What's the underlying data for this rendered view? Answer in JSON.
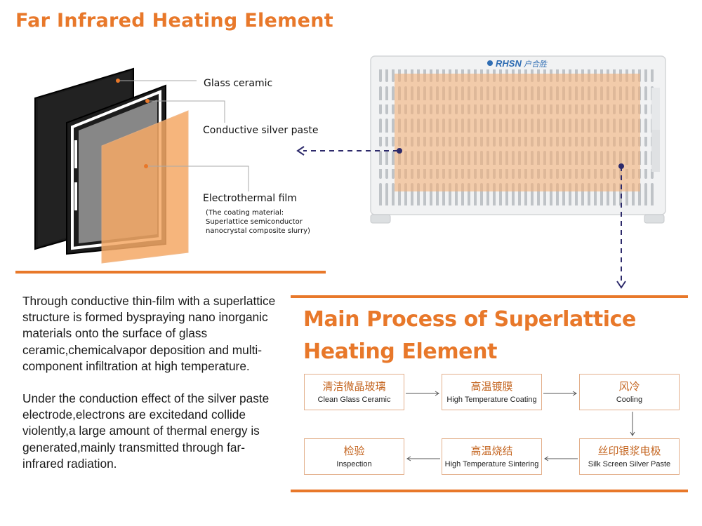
{
  "title": "Far Infrared Heating Element",
  "layers": [
    {
      "label": "Glass ceramic"
    },
    {
      "label": "Conductive silver paste"
    },
    {
      "label": "Electrothermal film"
    }
  ],
  "coating_note": [
    "(The coating material:",
    "Superlattice semiconductor",
    "nanocrystal composite slurry)"
  ],
  "brand": "RHSN",
  "brand_cn": "户合胜",
  "description": [
    "Through conductive thin-film with a superlattice structure is formed byspraying nano inorganic materials onto the surface of glass ceramic,chemicalvapor deposition and multi-component infiltration at high temperature.",
    "Under the conduction effect of the silver paste electrode,electrons are excitedand collide violently,a large amount of thermal energy is generated,mainly transmitted through far-infrared radiation."
  ],
  "process_title": [
    "Main Process of Superlattice",
    "Heating Element"
  ],
  "process_steps": [
    {
      "cn": "清洁微晶玻璃",
      "en": "Clean Glass Ceramic"
    },
    {
      "cn": "高温镀膜",
      "en": "High Temperature Coating"
    },
    {
      "cn": "风冷",
      "en": "Cooling"
    },
    {
      "cn": "丝印银浆电极",
      "en": "Silk Screen Silver Paste"
    },
    {
      "cn": "高温烧结",
      "en": "High Temperature Sintering"
    },
    {
      "cn": "检验",
      "en": "Inspection"
    }
  ],
  "colors": {
    "accent": "#e8782a",
    "arrow": "#2d2a6b",
    "step_border": "#e3b08c",
    "step_cn": "#c46520"
  }
}
